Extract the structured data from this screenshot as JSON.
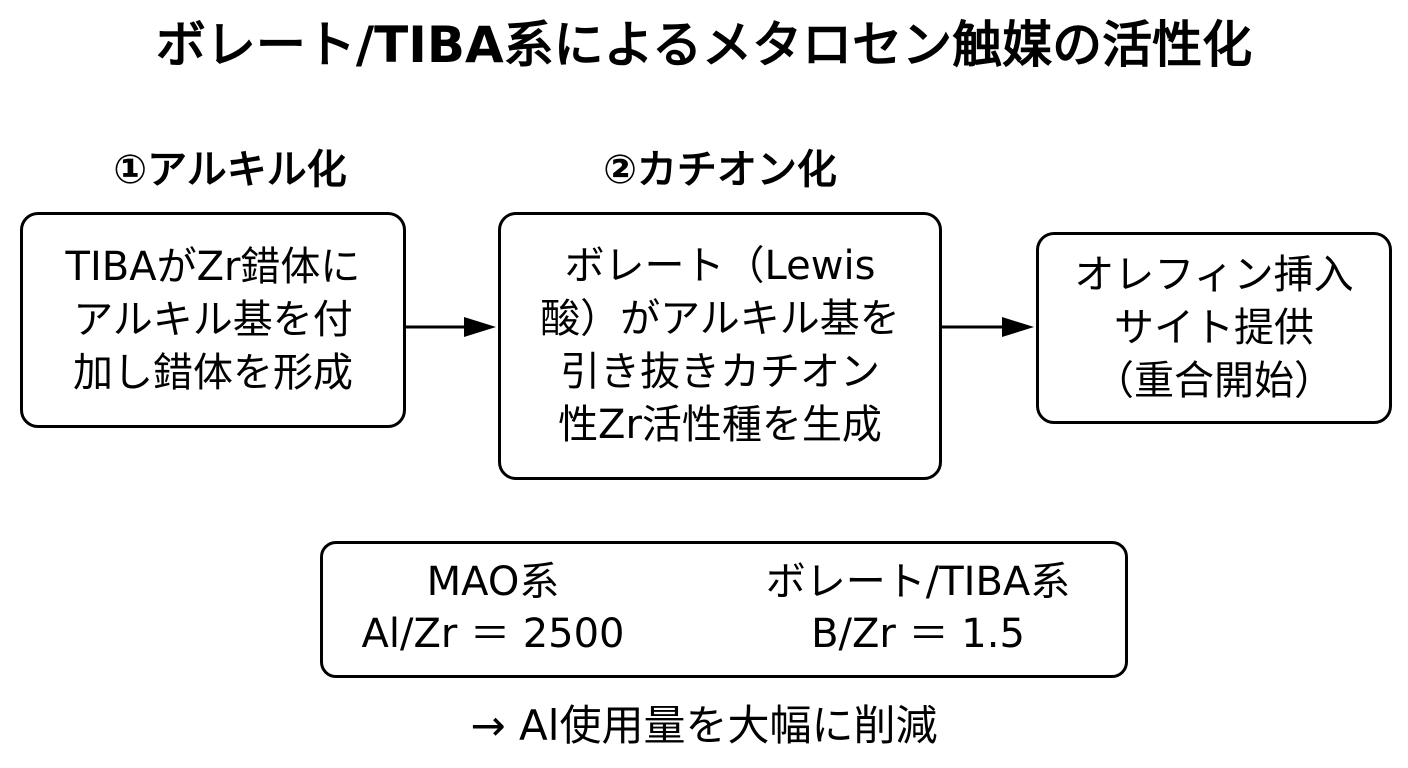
{
  "title": "ボレート/TIBA系によるメタロセン触媒の活性化",
  "steps": [
    {
      "label": "①アルキル化",
      "lines": [
        "TIBAがZr錯体に",
        "アルキル基を付",
        "加し錯体を形成"
      ]
    },
    {
      "label": "②カチオン化",
      "lines": [
        "ボレート（Lewis",
        "酸）がアルキル基を",
        "引き抜きカチオン",
        "性Zr活性種を生成"
      ]
    },
    {
      "label": "",
      "lines": [
        "オレフィン挿入",
        "サイト提供",
        "（重合開始）"
      ]
    }
  ],
  "comparison": {
    "mao": {
      "name": "MAO系",
      "ratio": "Al/Zr ＝ 2500"
    },
    "borate": {
      "name": "ボレート/TIBA系",
      "ratio": "B/Zr ＝ 1.5"
    }
  },
  "conclusion": "→ Al使用量を大幅に削減",
  "colors": {
    "stroke": "#000000",
    "background": "#ffffff"
  }
}
